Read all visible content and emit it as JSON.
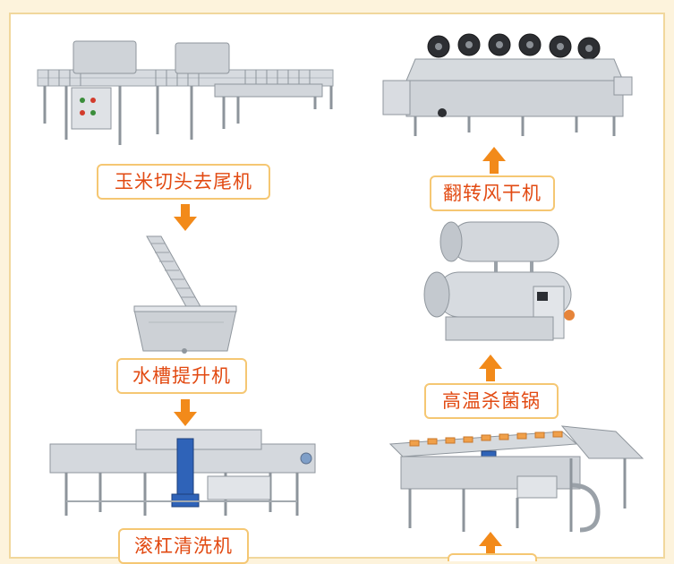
{
  "colors": {
    "label_text": "#e24a12",
    "label_border": "#f5c773",
    "arrow": "#f28a1a",
    "frame_border": "#f1d79c",
    "steel": "#c9cdd2"
  },
  "steps": [
    {
      "label": "玉米切头去尾机",
      "icon": "corn-cutting-machine"
    },
    {
      "label": "水槽提升机",
      "icon": "water-tank-elevator"
    },
    {
      "label": "滚杠清洗机",
      "icon": "roller-washing-machine"
    },
    {
      "label": "",
      "icon": "sorting-conveyor"
    },
    {
      "label": "高温杀菌锅",
      "icon": "sterilization-retort"
    },
    {
      "label": "翻转风干机",
      "icon": "flip-air-dryer"
    }
  ]
}
